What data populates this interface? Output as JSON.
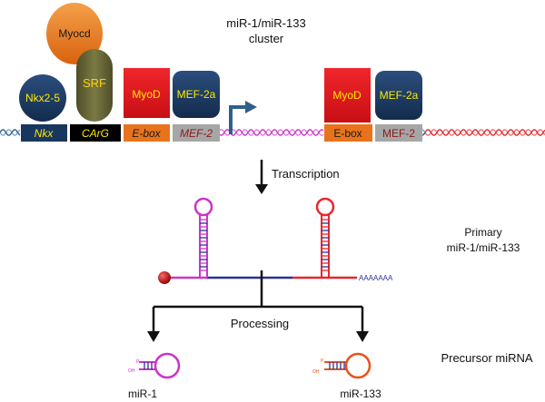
{
  "cluster_title": [
    "miR-1/miR-133",
    "cluster"
  ],
  "proteins": {
    "myocd": "Myocd",
    "srf": "SRF",
    "nkx25": "Nkx2-5",
    "myod_left": "MyoD",
    "mef2a_left": "MEF-2a",
    "myod_right": "MyoD",
    "mef2a_right": "MEF-2a"
  },
  "elements": {
    "nkx": "Nkx",
    "carg": "CArG",
    "ebox_left": "E-box",
    "mef2_left": "MEF-2",
    "ebox_right": "E-box",
    "mef2_right": "MEF-2"
  },
  "steps": {
    "transcription": "Transcription",
    "processing": "Processing"
  },
  "labels": {
    "primary": [
      "Primary",
      "miR-1/miR-133"
    ],
    "polya": "AAAAAAA",
    "precursor": "Precursor miRNA",
    "mir1": "miR-1",
    "mir133": "miR-133",
    "p_left": "P",
    "oh_left": "OH",
    "p_right": "P",
    "oh_right": "OH"
  },
  "colors": {
    "myocd": "#E8731C",
    "srf": "#6B6A3A",
    "navy": "#17375E",
    "red": "#E8141B",
    "box_text": "#FFEA00",
    "ebox": "#E8731C",
    "mef2_box": "#A6A6A6",
    "mef2_text": "#8B1A1A",
    "magenta": "#CC33CC",
    "rna_blue": "#2E3192",
    "rna_red": "#E8262C",
    "rna_orange": "#E8531C",
    "arrow_blue": "#2F5F8A",
    "cap": "#C00000"
  }
}
